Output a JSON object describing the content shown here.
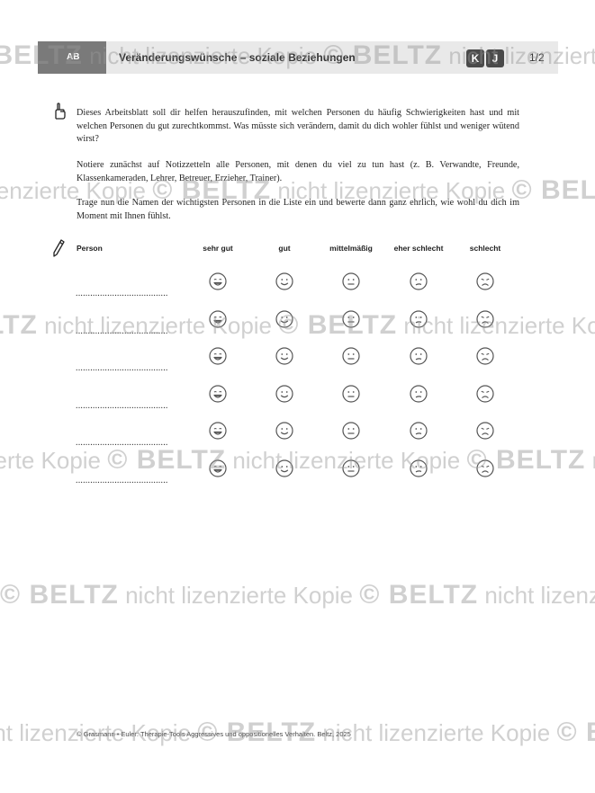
{
  "header": {
    "tab_label": "AB",
    "title": "Veränderungswünsche – soziale Beziehungen",
    "badges": [
      "K",
      "J"
    ],
    "page": "1/2"
  },
  "instructions": {
    "p1": "Dieses Arbeitsblatt soll dir helfen herauszufinden, mit welchen Personen du häufig Schwierigkeiten hast und mit welchen Personen du gut zurechtkommst. Was müsste sich verändern, damit du dich wohler fühlst und weniger wütend wirst?",
    "p2": "Notiere zunächst auf Notizzetteln alle Personen, mit denen du viel zu tun hast (z. B. Verwandte, Freunde, Klassenkameraden, Lehrer, Betreuer, Erzieher, Trainer).",
    "p3": "Trage nun die Namen der wichtigsten Personen in die Liste ein und bewerte dann ganz ehrlich, wie wohl du dich im Moment mit Ihnen fühlst."
  },
  "table": {
    "headers": {
      "person": "Person",
      "sehr_gut": "sehr gut",
      "gut": "gut",
      "mittel": "mittelmäßig",
      "eher_schlecht": "eher schlecht",
      "schlecht": "schlecht"
    },
    "name_placeholder": "......................................",
    "rows": 6
  },
  "footer": "© Grasmann • Euler: Therapie-Tools Aggressives und oppositionelles Verhalten. Beltz, 2025",
  "watermark": {
    "brand": "© BELTZ",
    "text": "nicht lizenzierte Kopie"
  },
  "colors": {
    "header_bg": "#e9e9e9",
    "tab_bg": "#7a7a7a",
    "badge_bg": "#4a4a4a",
    "smiley_stroke": "#555555"
  }
}
